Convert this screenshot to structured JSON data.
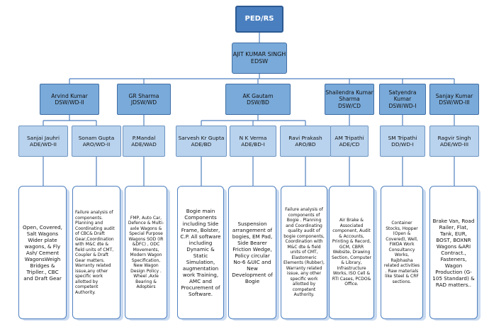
{
  "root": {
    "title": "PED/RS"
  },
  "head": {
    "name": "AJIT KUMAR SINGH",
    "role": "EDSW"
  },
  "directors": [
    {
      "name": "Arvind Kumar",
      "role": "DSW/WD-II"
    },
    {
      "name": "GR Sharma",
      "role": "JDSW/WD"
    },
    {
      "name": "AK Gautam",
      "role": "DSW/BD"
    },
    {
      "name": "Shailendra Kumar Sharma",
      "role": "DSW/CD"
    },
    {
      "name": "Satyendra Kumar",
      "role": "DSW/WD-I"
    },
    {
      "name": "Sanjay Kumar",
      "role": "DSW/WD-III"
    }
  ],
  "officers": [
    {
      "name": "Sanjai Jauhri",
      "role": "ADE/WD-II"
    },
    {
      "name": "Sonam Gupta",
      "role": "ARO/WD-II"
    },
    {
      "name": "P.Mandal",
      "role": "ADE/WAD"
    },
    {
      "name": "Sarvesh Kr Gupta",
      "role": "ADE/BD"
    },
    {
      "name": "N K Verma",
      "role": "ADE/BD-I"
    },
    {
      "name": "Ravi Prakash",
      "role": "ARO/BD"
    },
    {
      "name": "AM Tripathi",
      "role": "ADE/CD"
    },
    {
      "name": "SM Tripathi",
      "role": "DD/WD-I"
    },
    {
      "name": "Ragvir Singh",
      "role": "ADE/WD-III"
    }
  ],
  "duties": [
    "Open, Covered, Salt Wagons Wider plate wagons, & Fly Ash/ Cement WagonsWeigh Bridges & Tripller., CBC and Draft Gear",
    "Failure analysis of components.\nPlanning and Coordinating audit of CBC& Draft Gear,Coordination with M&C dte & field units of CMT, Coupler & Draft Gear matters.\nWarranty related issue,any other specific work allotted by competent Authority.",
    "FMP, Auto Car, Defence & Multi-axle Wagons & Special Purpose Wagons SOD (IR &DFC) , ODC Movements, Modern Wagon Specification, New Wagon Design Policy . Wheel ,Axle Bearing & Adopters",
    "Bogie main Components including Side Frame, Bolster, C.P. All software including Dynamic & Static Simulation, augmentation work Training, AMC and Procurement of Software.",
    "Suspension arrangement of bogies, EM Pad, Side Bearer Friction Wedge, Policy circular No-6 &UIC and New Development of Bogie",
    "Failure analysis of components of Bogie . Planning and Coordinating quality audit of bogie components, Coordination with M&C dte & field units of CMT, Elastomeric Elements (Rubber), Warranty related issue, any other specific work allotted by competent Authority.",
    "Air Brake & Associated component, Audit & Accounts, Printing & Record, GCM, CBRR Website, Drawing Section, Computer & Library, Infrastructure Works, ISO Cell & RTI Cases, PCDO& Office.",
    "Container Stocks, Hopper (Open & Covered), Well, FWDA Work Consultancy Works, Rajbhasha related activities . Raw materials like Steel & CRF sections.",
    "Brake Van, Road Railer, Flat, Tank, EUR, BOST, BOXNR Wagons &ARI Contract., Fasteners, Wagon Production (G-105 Standard) & RAD matters.."
  ]
}
